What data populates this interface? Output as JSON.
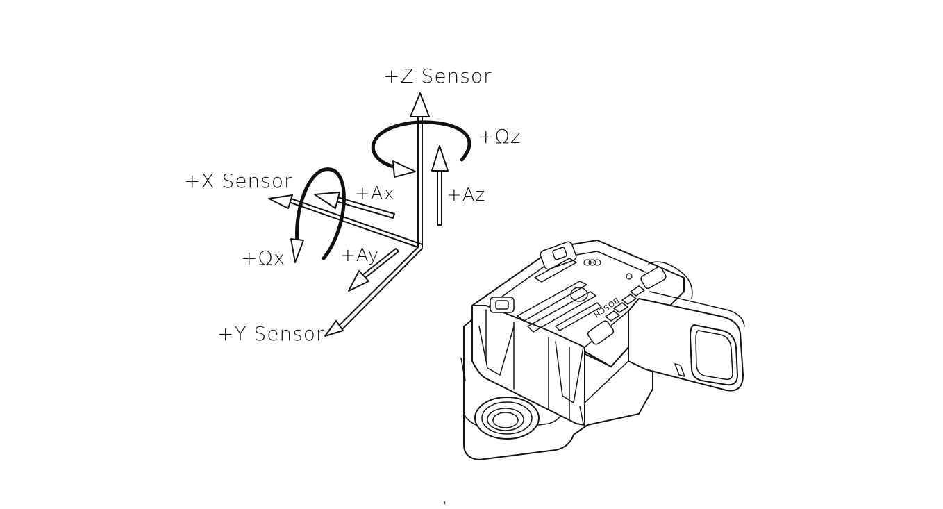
{
  "diagram": {
    "axes": {
      "z_sensor": "+Z Sensor",
      "x_sensor": "+X Sensor",
      "y_sensor": "+Y Sensor"
    },
    "quantities": {
      "omega_z": "+Ωz",
      "omega_x": "+Ωx",
      "accel_x": "+Ax",
      "accel_y": "+Ay",
      "accel_z": "+Az"
    },
    "device": {
      "brand_marking": "BOSCH",
      "icon": "sensor-module-drawing"
    },
    "colors": {
      "line": "#111111",
      "background": "#ffffff"
    }
  }
}
